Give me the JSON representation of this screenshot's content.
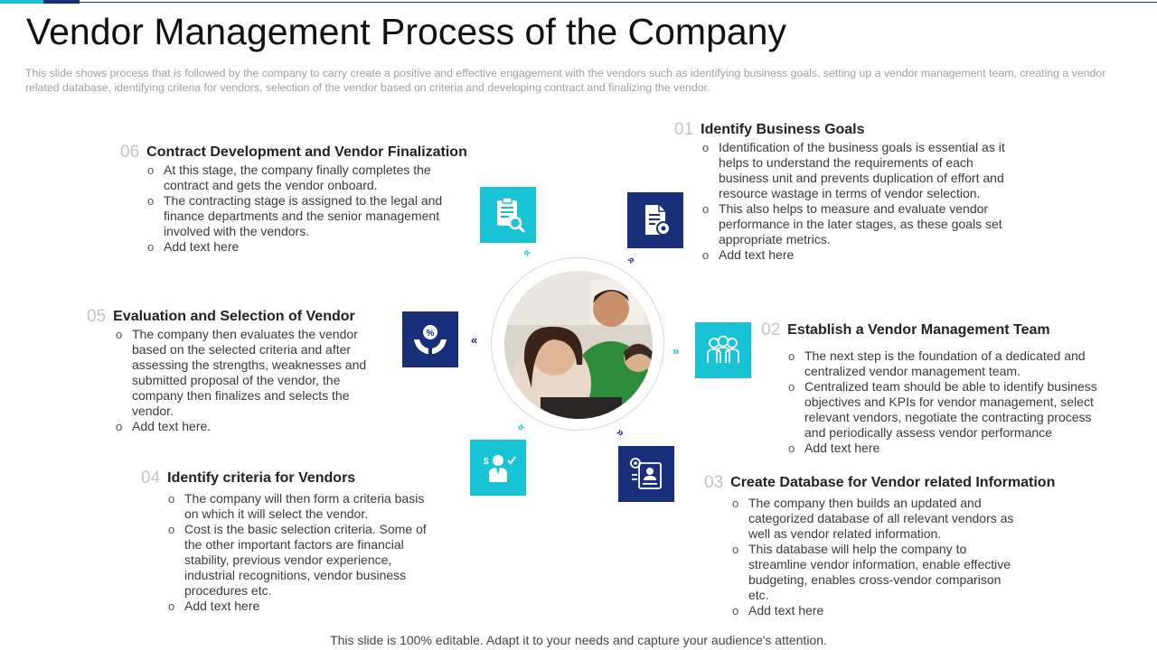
{
  "title": "Vendor Management Process of the Company",
  "subtitle": "This slide shows process that is followed  by the company to carry create a positive  and effective  engagement  with the vendors  such as identifying business goals, setting up a vendor  management team, creating a vendor  related database,  identifying criteria for vendors,  selection of the vendor  based on criteria  and developing  contract and finalizing the vendor.",
  "footer": "This slide is 100% editable. Adapt it to your needs and capture your audience's attention.",
  "colors": {
    "cyan": "#19c3d6",
    "navy": "#1a2f7a"
  },
  "steps": [
    {
      "num": "01",
      "title": "Identify Business Goals",
      "icon": "document-gear-icon",
      "bullets": [
        "Identification of the business goals is essential as it helps to understand the requirements of each business unit and prevents duplication of effort and resource wastage in terms of vendor selection.",
        "This also helps to measure and evaluate vendor performance in the later stages, as these goals set appropriate metrics.",
        "Add text here"
      ]
    },
    {
      "num": "02",
      "title": "Establish a Vendor Management Team",
      "icon": "team-icon",
      "bullets": [
        "The next step is the foundation of a dedicated and centralized vendor management team.",
        "Centralized team should be able to identify business objectives and KPIs for vendor management, select relevant vendors, negotiate the contracting process and periodically assess vendor performance",
        "Add text here"
      ]
    },
    {
      "num": "03",
      "title": "Create Database for Vendor related Information",
      "icon": "database-profile-icon",
      "bullets": [
        "The company then builds an updated and categorized database of all relevant vendors as well as vendor related information.",
        "This database will help the company to streamline vendor information, enable effective budgeting, enables cross-vendor comparison etc.",
        "Add text here"
      ]
    },
    {
      "num": "04",
      "title": "Identify criteria  for Vendors",
      "icon": "businessman-criteria-icon",
      "bullets": [
        "The company will then form a criteria basis on which it will select the vendor.",
        "Cost is the basic selection criteria. Some of the other important factors are financial stability, previous vendor experience, industrial recognitions, vendor business procedures etc.",
        "Add text here"
      ]
    },
    {
      "num": "05",
      "title": "Evaluation and Selection of Vendor",
      "icon": "hands-percent-icon",
      "bullets": [
        "The company then evaluates the vendor based on the selected criteria and after assessing the strengths, weaknesses and submitted proposal of the vendor, the company then finalizes and selects the vendor.",
        "Add text here."
      ]
    },
    {
      "num": "06",
      "title": "Contract Development and Vendor Finalization",
      "icon": "clipboard-search-icon",
      "bullets": [
        "At this stage, the company finally completes the contract and gets the vendor onboard.",
        "The contracting stage is assigned to the legal and finance departments and the senior management involved with the vendors.",
        "Add text here"
      ]
    }
  ]
}
